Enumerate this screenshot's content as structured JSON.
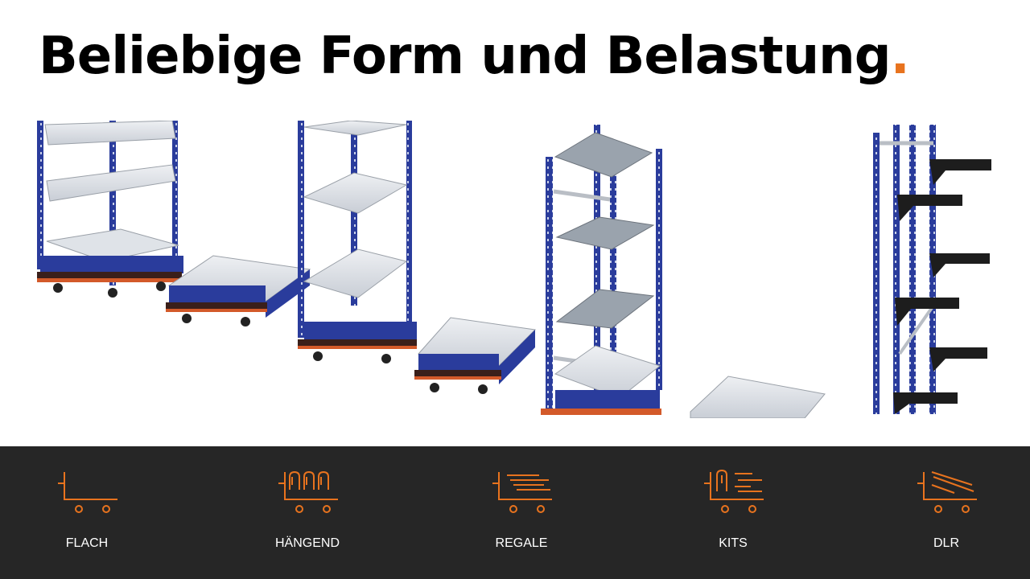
{
  "title": {
    "text": "Beliebige Form und Belastung",
    "accent": "."
  },
  "colors": {
    "accent": "#e8731e",
    "footer_bg": "#262626",
    "frame_blue": "#2a3c9c",
    "panel_grey": "#d9dde2"
  },
  "categories": [
    {
      "label": "FLACH",
      "icon": "flat-cart-icon"
    },
    {
      "label": "HÄNGEND",
      "icon": "hanging-cart-icon"
    },
    {
      "label": "REGALE",
      "icon": "shelf-cart-icon"
    },
    {
      "label": "KITS",
      "icon": "kit-cart-icon"
    },
    {
      "label": "DLR",
      "icon": "dlr-cart-icon"
    }
  ]
}
